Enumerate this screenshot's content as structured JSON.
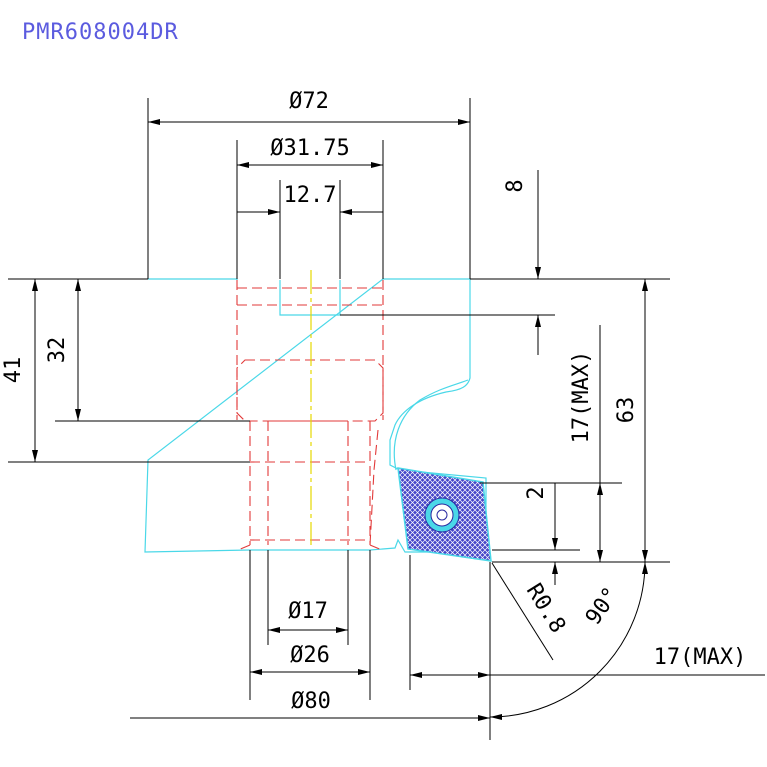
{
  "title": "PMR608004DR",
  "colors": {
    "title": "#5b5bdf",
    "dimension": "#000000",
    "body_outline": "#4ad8e8",
    "hidden_lines": "#e23a3a",
    "center_line": "#e6d800",
    "insert_fill": "#4646c8"
  },
  "dimensions": {
    "d72": "Ø72",
    "d31_75": "Ø31.75",
    "w12_7": "12.7",
    "v8": "8",
    "h41": "41",
    "h32": "32",
    "max17_vertical": "17(MAX)",
    "h63": "63",
    "v2": "2",
    "d17": "Ø17",
    "d26": "Ø26",
    "d80": "Ø80",
    "r0_8": "R0.8",
    "angle90": "90°",
    "max17_horizontal": "17(MAX)"
  }
}
